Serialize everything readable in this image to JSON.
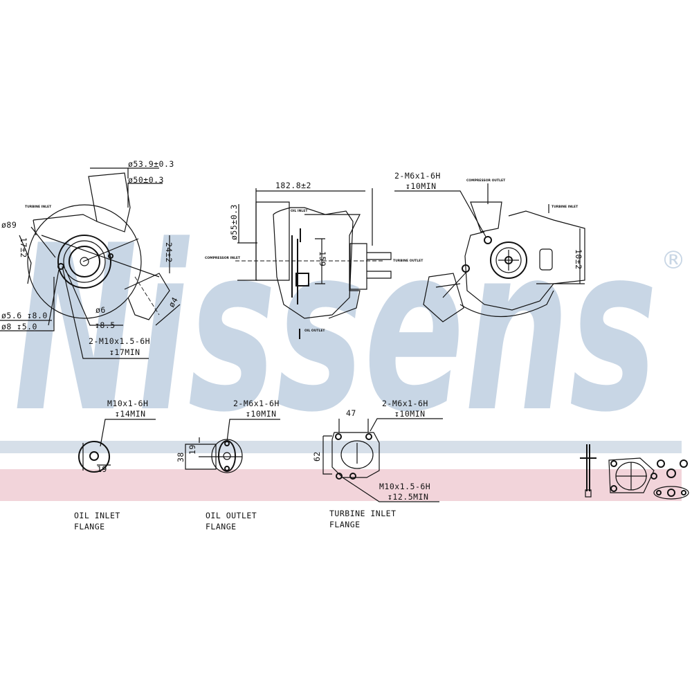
{
  "watermark": {
    "brand": "Nissens",
    "registered": "®",
    "color": "#c8d6e5"
  },
  "bands": {
    "blue": "#d6dfe9",
    "pink": "#f2d4da"
  },
  "left_view": {
    "dia_outer": "ø53.9±0.3",
    "dia_inner": "ø50±0.3",
    "dia_89": "ø89",
    "dim_17": "17±2",
    "dim_26": "24±2",
    "dia_4": "ø4",
    "hole_a": "ø5.6 ↧8.0",
    "hole_b": "ø8 ↧5.0",
    "dia_6": "ø6",
    "depth_85": "↧8.5",
    "thread": "2-M10x1.5-6H",
    "thread_depth": "↧17MIN",
    "tag_turbine_inlet": "TURBINE INLET"
  },
  "center_view": {
    "length": "182.8±2",
    "dia_55": "ø55±0.3",
    "dim_159": "159",
    "tag_oil_inlet": "OIL INLET",
    "tag_compressor_inlet": "COMPRESSOR INLET",
    "tag_turbine_outlet": "TURBINE OUTLET",
    "tag_oil_outlet": "OIL OUTLET"
  },
  "right_view": {
    "thread": "2-M6x1-6H",
    "thread_depth": "↧10MIN",
    "dim_10": "10±2",
    "tag_compressor_outlet": "COMPRESSOR OUTLET",
    "tag_turbine_inlet": "TURBINE INLET"
  },
  "flanges": {
    "oil_inlet": {
      "thread": "M10x1-6H",
      "depth": "↧14MIN",
      "dim": "19",
      "title_1": "OIL  INLET",
      "title_2": "FLANGE"
    },
    "oil_outlet": {
      "thread": "2-M6x1-6H",
      "depth": "↧10MIN",
      "dim_38": "38",
      "dim_19": "19",
      "title_1": "OIL  OUTLET",
      "title_2": "FLANGE"
    },
    "turbine_inlet": {
      "thread_top": "2-M6x1-6H",
      "depth_top": "↧10MIN",
      "dim_47": "47",
      "dim_62": "62",
      "thread_bottom": "M10x1.5-6H",
      "depth_bottom": "↧12.5MIN",
      "title_1": "TURBINE  INLET",
      "title_2": "FLANGE"
    }
  }
}
